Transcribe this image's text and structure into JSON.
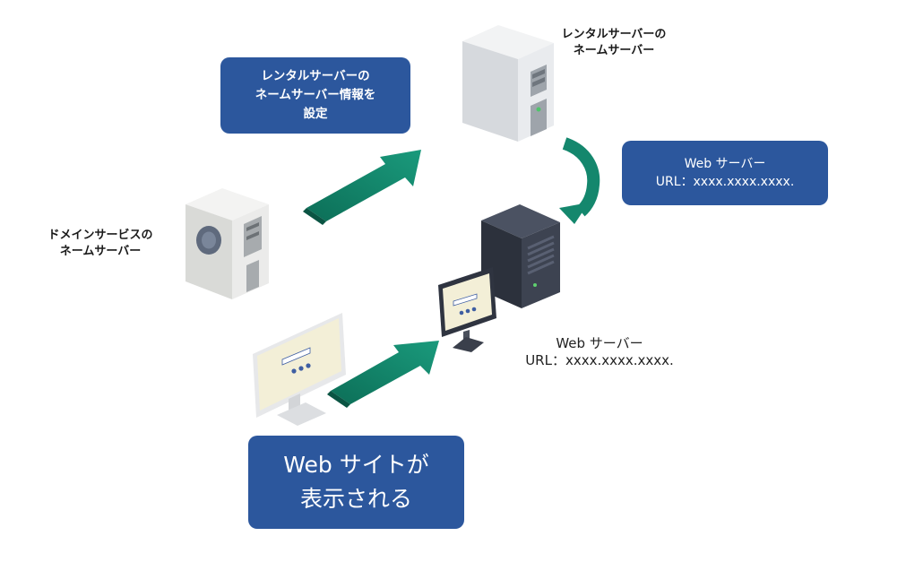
{
  "labels": {
    "rental_ns": [
      "レンタルサーバーの",
      "ネームサーバー"
    ],
    "domain_ns": [
      "ドメインサービスの",
      "ネームサーバー"
    ],
    "web_server_mid": [
      "Web サーバー",
      "URL：xxxx.xxxx.xxxx."
    ]
  },
  "boxes": {
    "ns_setting": [
      "レンタルサーバーの",
      "ネームサーバー情報を",
      "設定"
    ],
    "web_server_top": [
      "Web サーバー",
      "URL：xxxx.xxxx.xxxx."
    ],
    "site_displayed": [
      "Web サイトが",
      "表示される"
    ]
  },
  "colors": {
    "box_blue": "#2c579d",
    "arrow_green": "#14876d",
    "server_dark": "#3b4150",
    "server_light": "#e6e8ea",
    "monitor_screen": "#f3efd7"
  },
  "icons": [
    "white-server-icon",
    "dark-server-icon",
    "monitor-icon",
    "green-arrow-icon",
    "curved-arrow-icon"
  ]
}
